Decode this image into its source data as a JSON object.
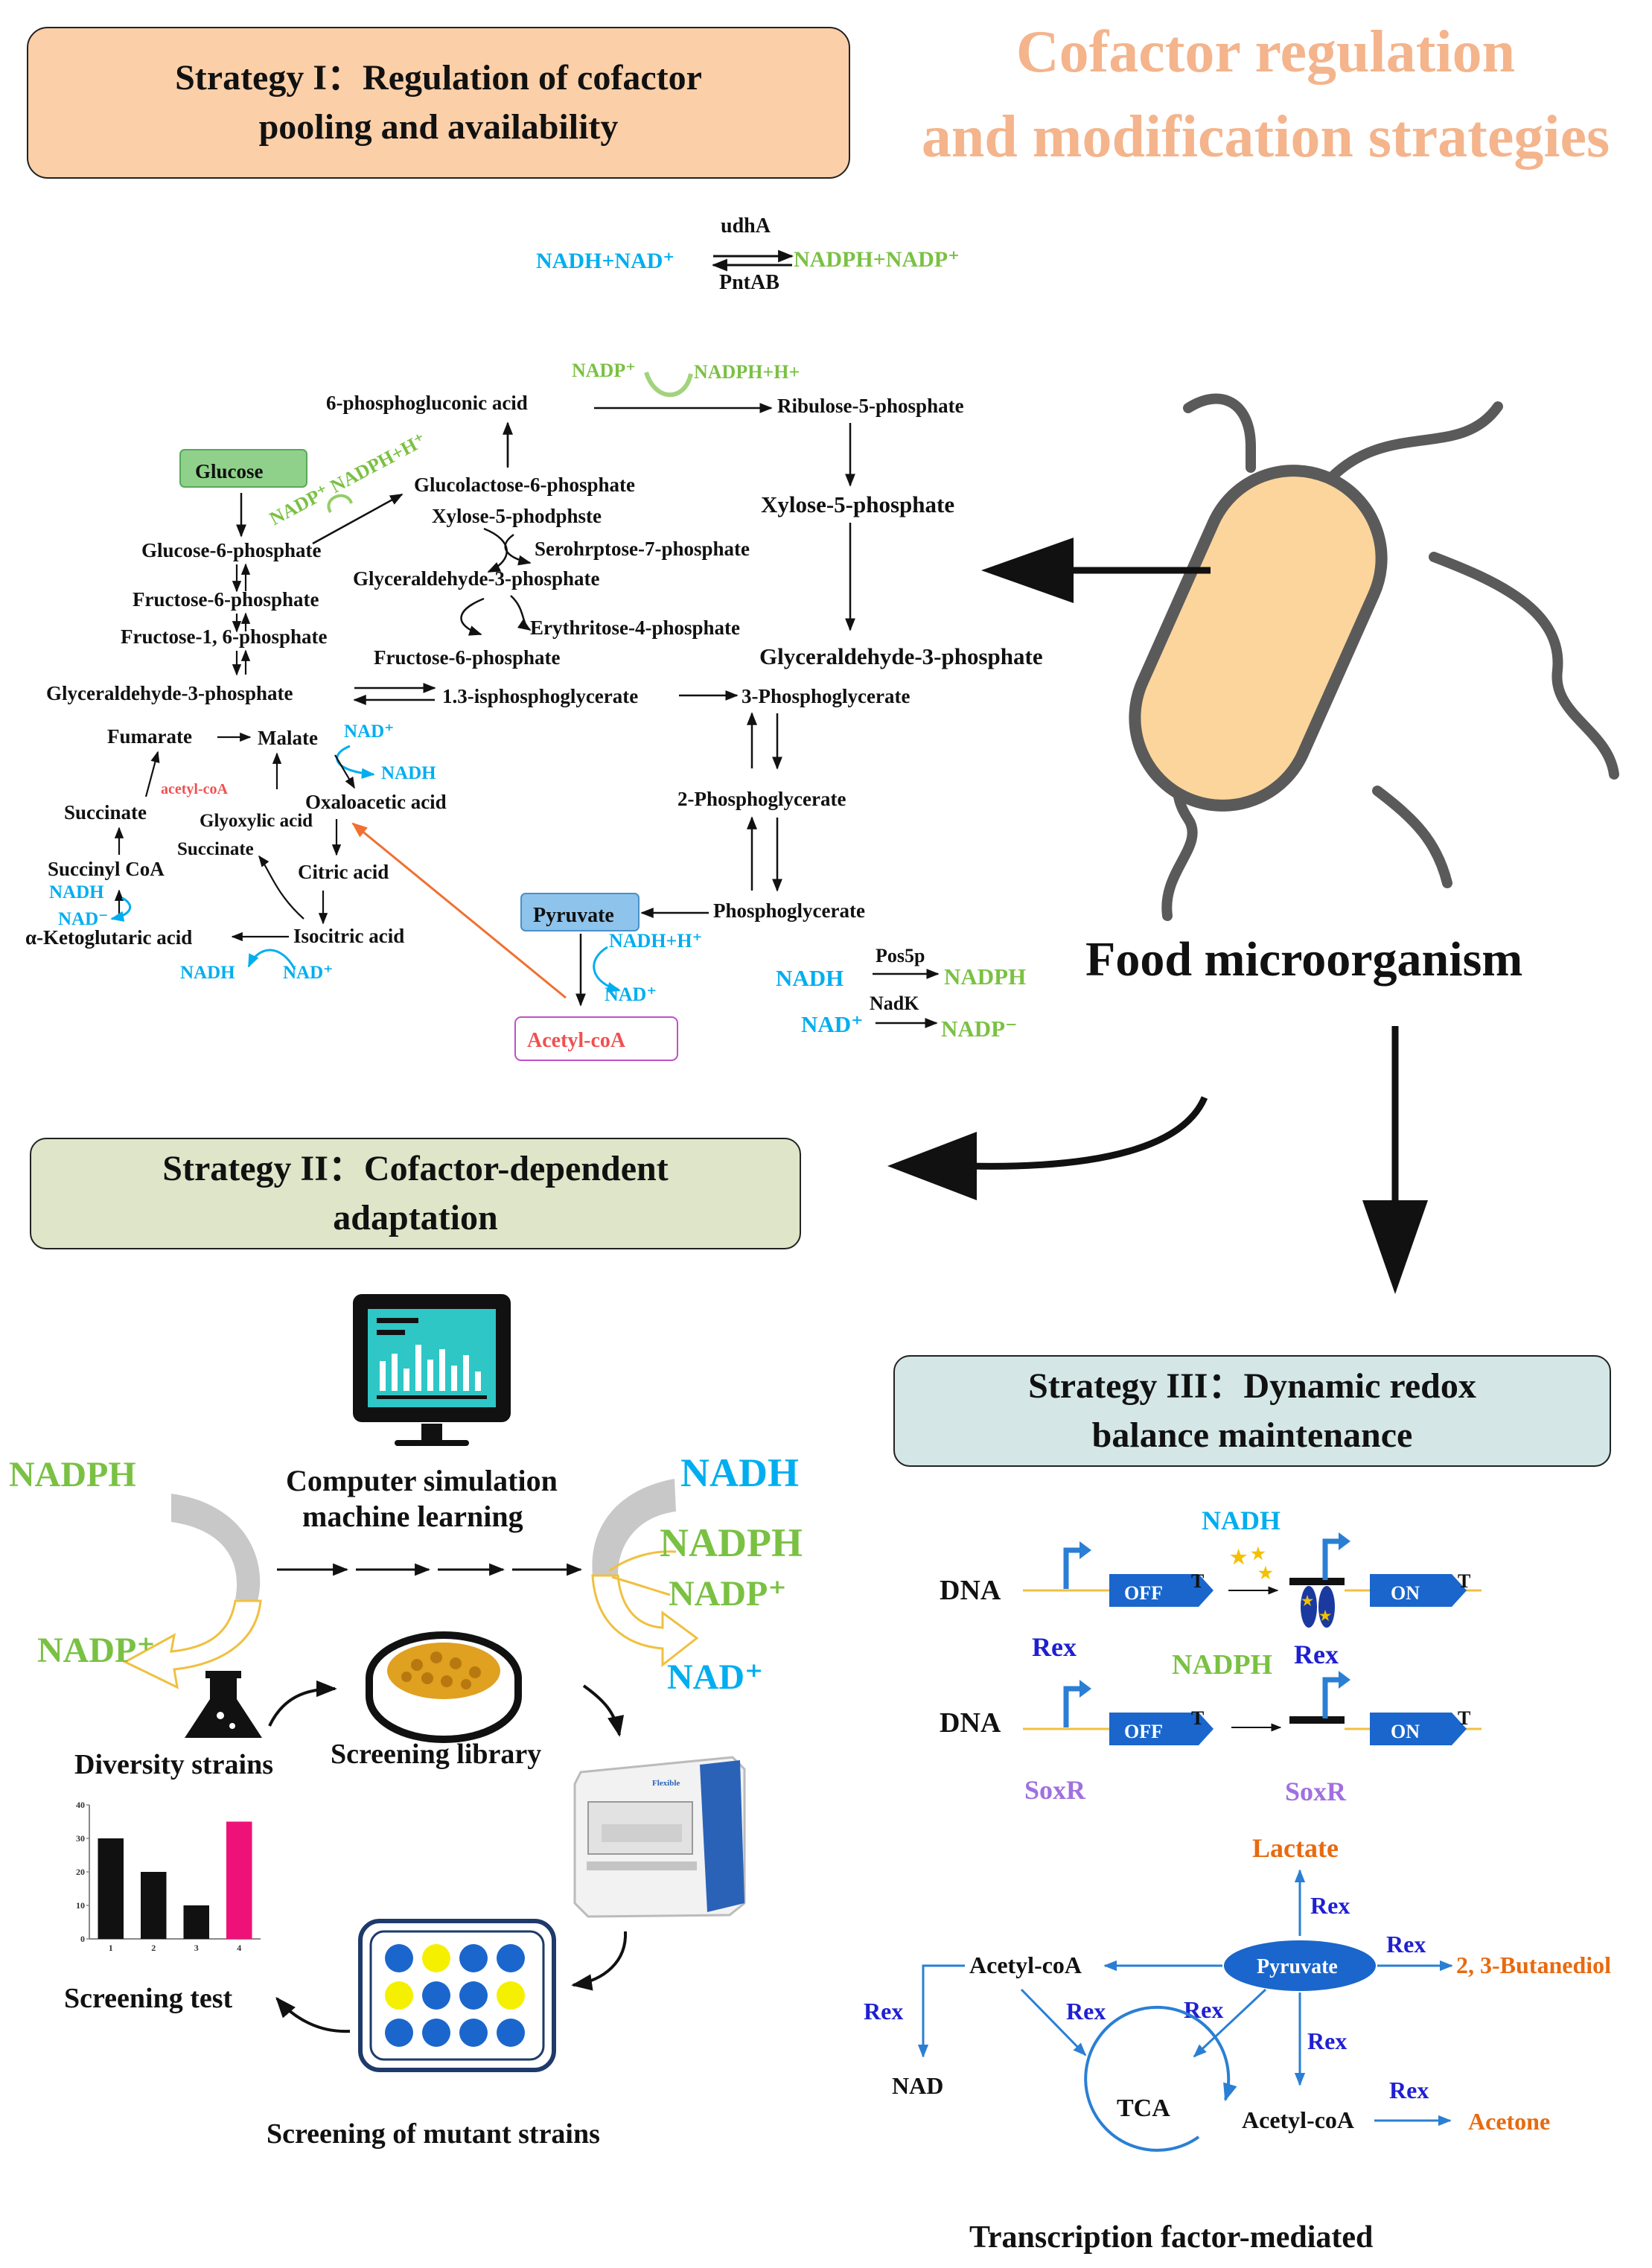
{
  "title": {
    "line1": "Cofactor regulation",
    "line2": "and modification strategies"
  },
  "strategies": {
    "s1": {
      "line1": "Strategy I：Regulation of cofactor",
      "line2": "pooling and availability"
    },
    "s2": {
      "line1": "Strategy II：Cofactor-dependent",
      "line2": "adaptation"
    },
    "s3": {
      "line1": "Strategy III：Dynamic redox",
      "line2": "balance maintenance"
    }
  },
  "microbe": {
    "label": "Food microorganism"
  },
  "transhydrogenase": {
    "left": "NADH+NAD⁺",
    "right": "NADPH+NADP⁺",
    "top_enzyme": "udhA",
    "bottom_enzyme": "PntAB"
  },
  "pathway": {
    "glucose": "Glucose",
    "g6p": "Glucose-6-phosphate",
    "f6p": "Fructose-6-phosphate",
    "f16bp": "Fructose-1, 6-phosphate",
    "gap": "Glyceraldehyde-3-phosphate",
    "bpg": "1.3-isphosphoglycerate",
    "pg3": "3-Phosphoglycerate",
    "pg2": "2-Phosphoglycerate",
    "pep": "Phosphoglycerate",
    "pyruvate": "Pyruvate",
    "acetyl_coa": "Acetyl-coA",
    "pga": "6-phosphogluconic acid",
    "glucolactose": "Glucolactose-6-phosphate",
    "ribulose": "Ribulose-5-phosphate",
    "xylose_a": "Xylose-5-phodphste",
    "xylose_b": "Xylose-5-phosphate",
    "sedo": "Serohrptose-7-phosphate",
    "gap2": "Glyceraldehyde-3-phosphate",
    "gap3": "Glyceraldehyde-3-phosphate",
    "erythrose": "Erythritose-4-phosphate",
    "f6p2": "Fructose-6-phosphate",
    "fumarate": "Fumarate",
    "malate": "Malate",
    "oxaloacetic": "Oxaloacetic acid",
    "succinate": "Succinate",
    "succinate2": "Succinate",
    "glyoxylic": "Glyoxylic acid",
    "citric": "Citric acid",
    "succinyl": "Succinyl CoA",
    "isocitric": "Isocitric acid",
    "akg": "α-Ketoglutaric acid",
    "acetyl_small": "acetyl-coA",
    "nadp": "NADP⁺",
    "nadph_h": "NADPH+H+",
    "nadp_diag": "NADP⁺ NADPH+H⁺",
    "nad_plus": "NAD⁺",
    "nadh": "NADH",
    "nadh_h": "NADH+H⁺",
    "nad_minus": "NAD⁻"
  },
  "kinases": {
    "nadh": "NADH",
    "pos5p": "Pos5p",
    "nadph": "NADPH",
    "nad": "NAD⁺",
    "nadk": "NadK",
    "nadp": "NADP⁻"
  },
  "adaptation": {
    "nadph_left": "NADPH",
    "nadp_left": "NADP⁺",
    "computer": {
      "line1": "Computer simulation",
      "line2": "machine learning"
    },
    "nadh_right": "NADH",
    "nadph_right": "NADPH",
    "nadp_right": "NADP⁺",
    "nad_right": "NAD⁺",
    "diversity": "Diversity strains",
    "library": "Screening library",
    "reader_brand": "Flexible",
    "test": "Screening test",
    "mutant": "Screening of mutant strains",
    "bar_chart": {
      "type": "bar",
      "categories": [
        "1",
        "2",
        "3",
        "4"
      ],
      "values": [
        30,
        20,
        10,
        35
      ],
      "ylim": [
        0,
        40
      ],
      "yticks": [
        "0",
        "10",
        "20",
        "30",
        "40"
      ],
      "colors": [
        "#111111",
        "#111111",
        "#111111",
        "#ee1177"
      ]
    }
  },
  "redox": {
    "dna1": "DNA",
    "dna2": "DNA",
    "off": "OFF",
    "on": "ON",
    "terminator": "T",
    "nadh": "NADH",
    "rex_a": "Rex",
    "rex_b": "Rex",
    "nadph": "NADPH",
    "soxr_a": "SoxR",
    "soxr_b": "SoxR",
    "lactate": "Lactate",
    "pyruvate": "Pyruvate",
    "butanediol": "2, 3-Butanediol",
    "acetyl1": "Acetyl-coA",
    "acetyl2": "Acetyl-coA",
    "nad": "NAD",
    "tca": "TCA",
    "acetone": "Acetone",
    "rex": "Rex",
    "caption": "Transcription factor-mediated"
  }
}
